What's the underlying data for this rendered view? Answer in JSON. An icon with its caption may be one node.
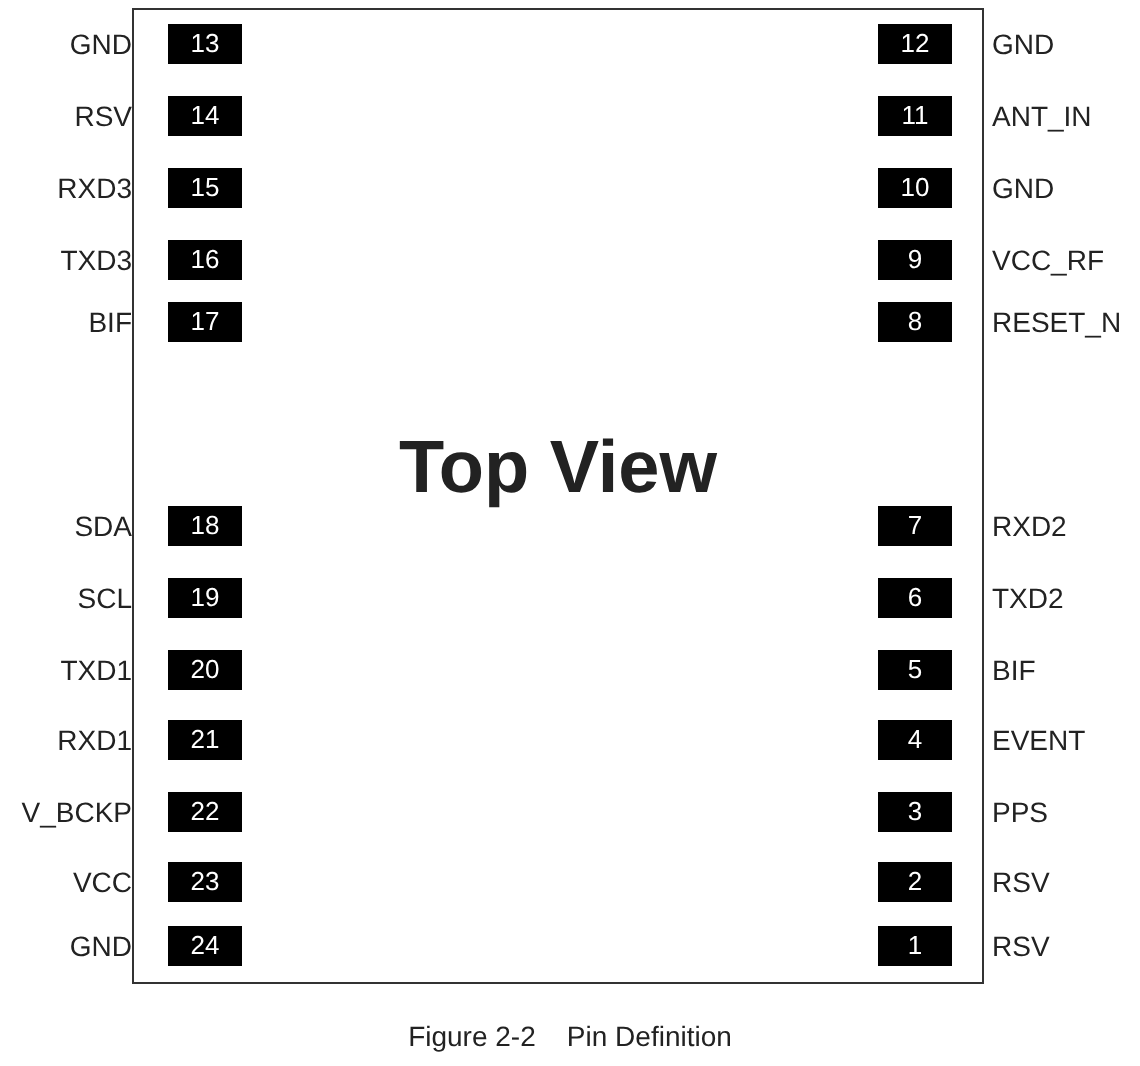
{
  "diagram": {
    "caption": "Figure 2-2    Pin Definition",
    "nodes": [
      {
        "text": [
          "Top View"
        ]
      },
      {
        "text": [
          "13"
        ],
        "beside": [
          "GND"
        ],
        "in": 0
      },
      {
        "text": [
          "12"
        ],
        "beside": [
          "GND"
        ],
        "in": 0
      },
      {
        "text": [
          "14"
        ],
        "beside": [
          "RSV"
        ],
        "in": 0
      },
      {
        "text": [
          "11"
        ],
        "beside": [
          "ANT_IN"
        ],
        "in": 0
      },
      {
        "text": [
          "15"
        ],
        "beside": [
          "RXD3"
        ],
        "in": 0
      },
      {
        "text": [
          "10"
        ],
        "beside": [
          "GND"
        ],
        "in": 0
      },
      {
        "text": [
          "16"
        ],
        "beside": [
          "TXD3"
        ],
        "in": 0
      },
      {
        "text": [
          "9"
        ],
        "beside": [
          "VCC_RF"
        ],
        "in": 0
      },
      {
        "text": [
          "17"
        ],
        "beside": [
          "BIF"
        ],
        "in": 0
      },
      {
        "text": [
          "8"
        ],
        "beside": [
          "RESET_N"
        ],
        "in": 0
      },
      {
        "text": [
          "18"
        ],
        "beside": [
          "SDA"
        ],
        "in": 0
      },
      {
        "text": [
          "7"
        ],
        "beside": [
          "RXD2"
        ],
        "in": 0
      },
      {
        "text": [
          "19"
        ],
        "beside": [
          "SCL"
        ],
        "in": 0
      },
      {
        "text": [
          "6"
        ],
        "beside": [
          "TXD2"
        ],
        "in": 0
      },
      {
        "text": [
          "20"
        ],
        "beside": [
          "TXD1"
        ],
        "in": 0
      },
      {
        "text": [
          "5"
        ],
        "beside": [
          "BIF"
        ],
        "in": 0
      },
      {
        "text": [
          "21"
        ],
        "beside": [
          "RXD1"
        ],
        "in": 0
      },
      {
        "text": [
          "4"
        ],
        "beside": [
          "EVENT"
        ],
        "in": 0
      },
      {
        "text": [
          "22"
        ],
        "beside": [
          "V_BCKP"
        ],
        "in": 0
      },
      {
        "text": [
          "3"
        ],
        "beside": [
          "PPS"
        ],
        "in": 0
      },
      {
        "text": [
          "23"
        ],
        "beside": [
          "VCC"
        ],
        "in": 0
      },
      {
        "text": [
          "2"
        ],
        "beside": [
          "RSV"
        ],
        "in": 0
      },
      {
        "text": [
          "24"
        ],
        "beside": [
          "GND"
        ],
        "in": 0
      },
      {
        "text": [
          "1"
        ],
        "beside": [
          "RSV"
        ],
        "in": 0
      }
    ],
    "edges": []
  }
}
